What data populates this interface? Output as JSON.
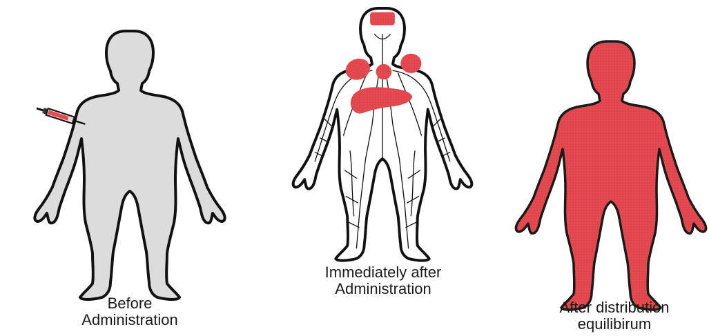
{
  "colors": {
    "outline": "#111111",
    "body_empty": "#dcdcdc",
    "drug": "#e44a4f",
    "drug_dark": "#c63238",
    "title_blue": "#1d2a8a"
  },
  "figures": [
    {
      "id": "before",
      "caption_lines": [
        "Before",
        "Administration"
      ],
      "icons": [
        "syringe-icon"
      ]
    },
    {
      "id": "immediately-after",
      "caption_lines": [
        "Immediately after",
        "Administration"
      ],
      "icons": [
        "brain-icon",
        "lung-icon",
        "heart-icon",
        "liver-icon",
        "blood-vessels-icon"
      ]
    },
    {
      "id": "after-distribution",
      "caption_lines": [
        "After distribution",
        "equilibirum"
      ],
      "icons": []
    }
  ]
}
